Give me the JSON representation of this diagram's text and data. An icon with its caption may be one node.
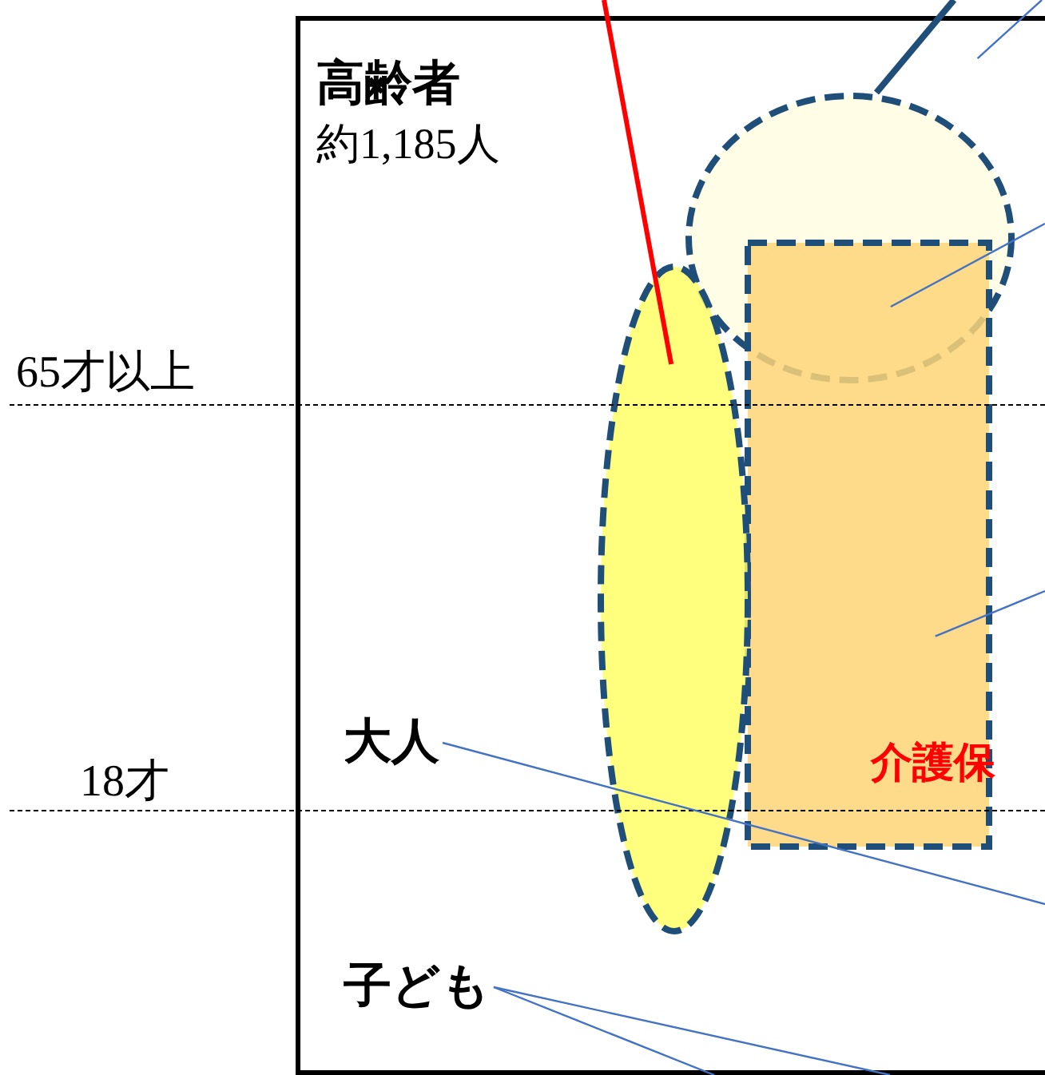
{
  "diagram": {
    "nodes": [
      {
        "text": [],
        "shape": "box"
      },
      {
        "text": [
          "高齢者",
          "約1,185人"
        ],
        "in": 0
      },
      {
        "text": [
          "大人"
        ],
        "in": 0
      },
      {
        "text": [
          "子ども"
        ],
        "in": 0
      },
      {
        "text": [],
        "shape": "ellipse",
        "in": 0
      },
      {
        "text": [],
        "shape": "box",
        "in": 0
      },
      {
        "text": [],
        "shape": "ellipse",
        "in": 0
      }
    ],
    "edges": [
      {
        "from": null,
        "to": 6,
        "arrow": "none",
        "style": "thick",
        "color": "#ff0000"
      },
      {
        "from": null,
        "to": 4,
        "arrow": "none",
        "style": "thick",
        "color": "#1f4e79"
      },
      {
        "from": null,
        "to": 0,
        "arrow": "none"
      },
      {
        "from": null,
        "to": 5,
        "arrow": "none"
      },
      {
        "from": null,
        "to": 5,
        "arrow": "none"
      },
      {
        "from": 2,
        "to": null,
        "arrow": "none"
      },
      {
        "from": 3,
        "to": null,
        "arrow": "none"
      },
      {
        "from": 3,
        "to": null,
        "arrow": "none"
      }
    ],
    "labels": [
      "65才以上",
      "18才",
      "介護保"
    ]
  }
}
